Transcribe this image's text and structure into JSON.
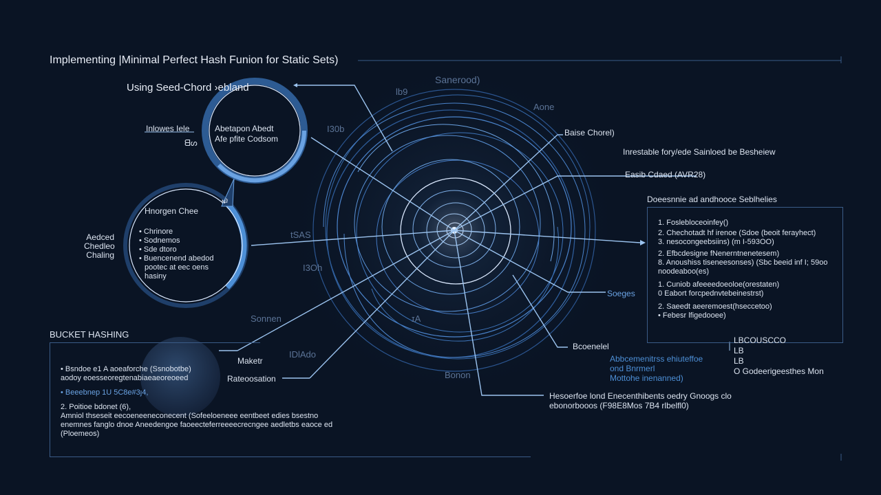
{
  "title": "Implementing |Minimal Perfect Hash Funion for Static Sets)",
  "subtitle": "Using Seed-Chord ›ebland",
  "seed_circle": {
    "label_left": "Inlowes Iele",
    "label_left_sub": "ᗺᔕ",
    "inner_line1": "Abetapon Abedt",
    "inner_line2": "Afe pfite Codsom"
  },
  "hash_circle": {
    "title": "Hnorgen Chee",
    "arrow_label": "ɴ̶ᵇ",
    "items": [
      "Chrinore",
      "Sodnemos",
      "Sde dtoro",
      "Buencenend abedod"
    ],
    "item_extra": [
      "pootec at eec oens",
      "hasiny"
    ],
    "side_label": [
      "Aedced",
      "Chedleo",
      "Chaling"
    ]
  },
  "center_labels": {
    "top": "Sanerood)",
    "t2": "lb9",
    "t3": "Aone",
    "t4": "I30b",
    "t5": "tSAS",
    "t6": "I3Oh",
    "t7": "Sonnen",
    "t8": "ɪA",
    "t9": "Bonon",
    "t10": "IDlAdo"
  },
  "right_labels": {
    "baise": "Baise Chorel)",
    "inrestable": "Inrestable fory/ede Sainloed be Besheiew",
    "easib": "Easib Cdaed (AVR28)"
  },
  "right_panel": {
    "title": "Doeesnnie ad andhooce Seblhelies",
    "items": [
      "1.  Foslebloceoinfey()",
      "2.  Chechotadt hf irenoe (Sdoe (beoit ferayhect)",
      "3.  nesocongeebsiins) (m I-593OO)",
      "2.  Efbcdesigne fNenerntnenetesem)",
      "8.  Anoushiss tiseneesonses) (Sbc beeid inf I; 59oo",
      "     noodeaboo(es)",
      "1.  Cuniob afeeeedoeoloe(orestaten)",
      "0  Eabort forcpednvtebeinestrst)",
      "2.  Saeedt aeeremoest(hseccetoo)",
      "•  Febesr lfigedooee)"
    ],
    "stage_label": "Soeges"
  },
  "bottom_right": {
    "lead": "Bcoenelel",
    "blue_lines": [
      "Abbcemenitrss ehiuteffoe",
      "ond Bnrmerl",
      "Mottohe inenanned)"
    ],
    "footer_lines": [
      "Hesoerfoe lond  Enecenthibents oedry Gnoogs clo",
      "ebonorbooos (F98E8Mos 7B4 rlbelfl0)"
    ],
    "list_right": [
      "LBCOUSCCO",
      "LB",
      "LB",
      "O  Godeerigeesthes Mon"
    ]
  },
  "bucket": {
    "title": "BUCKET HASHING",
    "lines": [
      "•  Bsndoe e1 A aoeaforche (Ssnobotbe)",
      "    aodoy eoesseoregtenabiaeaeoreoeed",
      "•  Beeebnep 1U 5C8e#3ȷ4,",
      "2.  Poitioe bdonet                   (6),",
      "    Amniol  thseseit eecoeneeneconecent (Sofeeloeneee eentbeet edies bsestno",
      "    enemnes fanglo dnoe Aneedengoe faoeecteferreeeecrecngee aedletbs eaoce ed",
      "    (Ploemeos)"
    ],
    "maketr": "Maketr",
    "rate": "Rateoosation"
  },
  "colors": {
    "background": "#0a1424",
    "accent": "#4d8fd6",
    "line": "#9cc4f0",
    "box": "#3b5c88"
  }
}
